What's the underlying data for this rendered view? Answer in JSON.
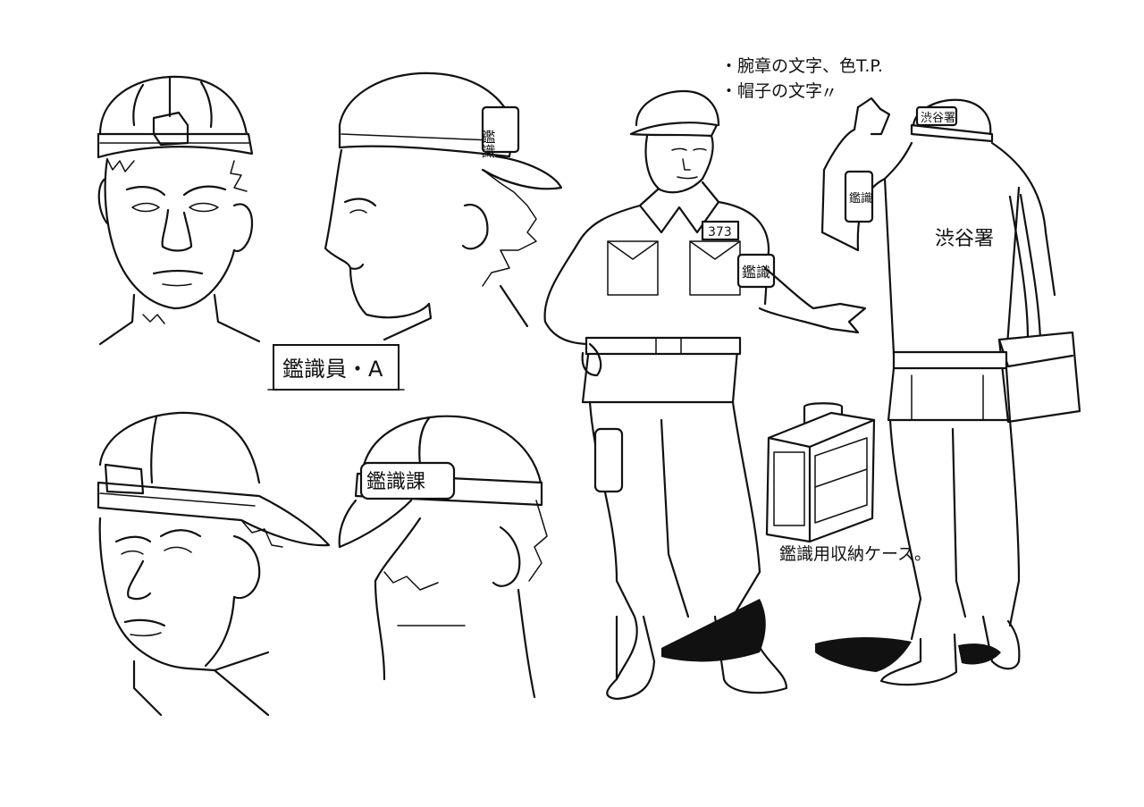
{
  "sheet": {
    "character_label": "鑑識員・A",
    "note_armband": "・腕章の文字、色T.P.",
    "note_cap": "・帽子の文字",
    "note_ditto": "〃",
    "case_caption": "鑑識用収納ケース。",
    "cap_side_text": "鑑識",
    "cap_back_text": "鑑識課",
    "cap_rear_text": "渋谷署",
    "armband_front_text": "鑑識",
    "armband_back_text": "鑑識",
    "badge_number": "373",
    "back_text": "渋谷署"
  },
  "colors": {
    "ink": "#111111",
    "paper": "#ffffff"
  }
}
